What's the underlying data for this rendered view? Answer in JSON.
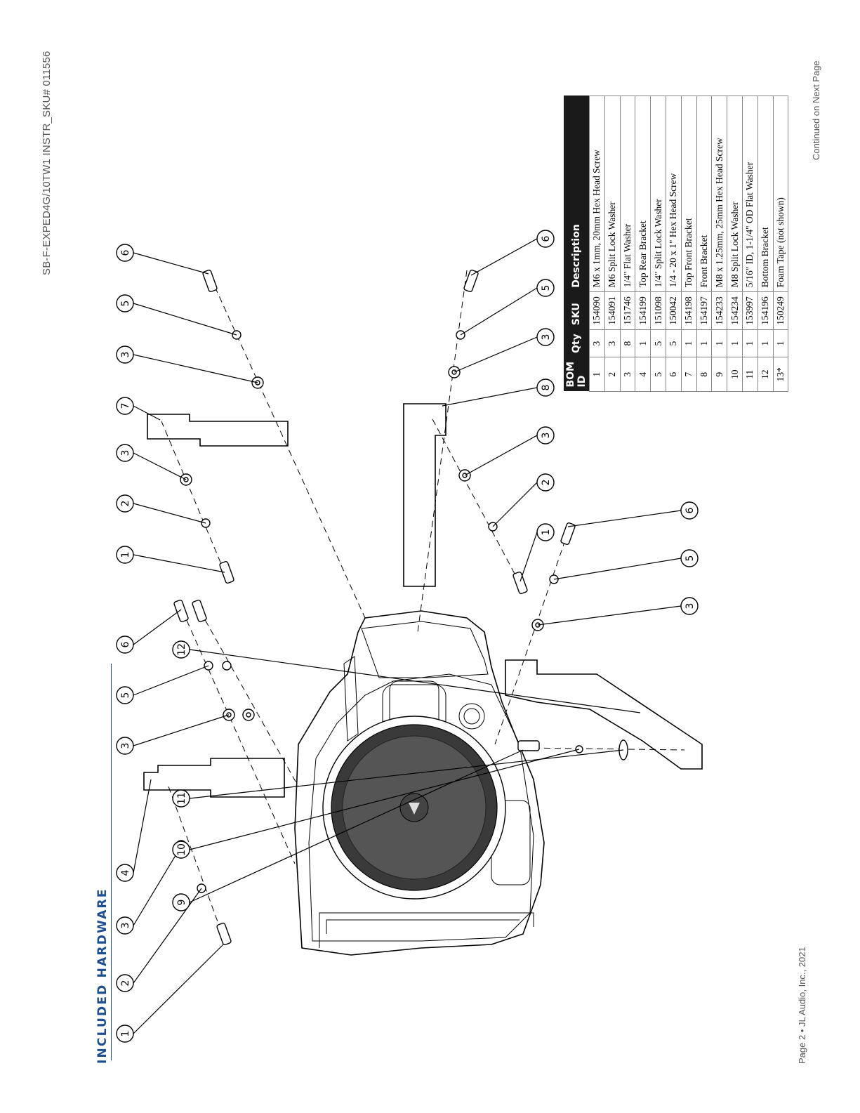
{
  "doc_id": "SB-F-EXPED4G/10TW1  INSTR_SKU# 011556",
  "section_title": "INCLUDED HARDWARE",
  "footer_left": "Page 2 • JL Audio, Inc., 2021",
  "footer_right": "Continued on Next Page",
  "bom_table": {
    "headers": [
      "BOM ID",
      "Qty",
      "SKU",
      "Description"
    ],
    "rows": [
      [
        "1",
        "3",
        "154090",
        "M6 x 1mm, 20mm Hex Head Screw"
      ],
      [
        "2",
        "3",
        "154091",
        "M6 Split Lock Washer"
      ],
      [
        "3",
        "8",
        "151746",
        "1/4\" Flat Washer"
      ],
      [
        "4",
        "1",
        "154199",
        "Top Rear Bracket"
      ],
      [
        "5",
        "5",
        "151098",
        "1/4\" Split Lock Washer"
      ],
      [
        "6",
        "5",
        "150042",
        "1/4 - 20 x 1\" Hex Head Screw"
      ],
      [
        "7",
        "1",
        "154198",
        "Top Front Bracket"
      ],
      [
        "8",
        "1",
        "154197",
        "Front Bracket"
      ],
      [
        "9",
        "1",
        "154233",
        "M8 x 1.25mm, 25mm Hex Head Screw"
      ],
      [
        "10",
        "1",
        "154234",
        "M8 Split Lock Washer"
      ],
      [
        "11",
        "1",
        "153997",
        "5/16\" ID, 1-1/4\" OD Flat Washer"
      ],
      [
        "12",
        "1",
        "154196",
        "Bottom Bracket"
      ],
      [
        "13*",
        "1",
        "150249",
        "Foam Tape (not shown)"
      ]
    ]
  },
  "callouts": [
    "1",
    "2",
    "3",
    "4",
    "3",
    "5",
    "6",
    "1",
    "2",
    "3",
    "7",
    "3",
    "5",
    "6",
    "9",
    "10",
    "11",
    "12",
    "3",
    "5",
    "6",
    "1",
    "2",
    "3",
    "8",
    "3",
    "5",
    "6"
  ]
}
